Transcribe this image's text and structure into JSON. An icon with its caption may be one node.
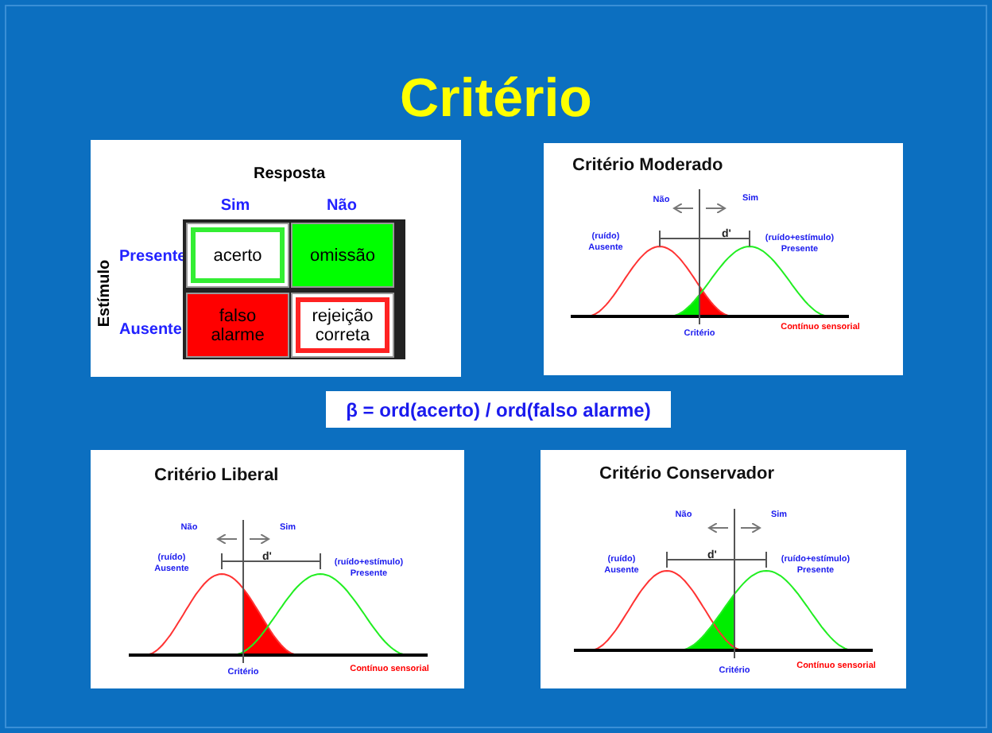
{
  "diagram": {
    "title": "Critério",
    "nodes": [
      {
        "text": [
          "acerto"
        ]
      },
      {
        "text": [
          "omissão"
        ]
      },
      {
        "text": [
          "falso alarme"
        ]
      },
      {
        "text": [
          "rejeição correta"
        ]
      },
      {
        "text": [
          "β = ord(acerto) / ord(falso alarme)"
        ]
      },
      {
        "text": [
          "Critério Moderado",
          "Não",
          "Sim",
          "d'",
          "(ruído) Ausente",
          "(ruído+estímulo) Presente",
          "Critério",
          "Contínuo sensorial"
        ]
      },
      {
        "text": [
          "Critério Liberal",
          "Não",
          "Sim",
          "d'",
          "(ruído) Ausente",
          "(ruído+estímulo) Presente",
          "Critério",
          "Contínuo sensorial"
        ]
      },
      {
        "text": [
          "Critério Conservador",
          "Não",
          "Sim",
          "d'",
          "(ruído) Ausente",
          "(ruído+estímulo) Presente",
          "Critério",
          "Contínuo sensorial"
        ]
      }
    ],
    "labels": [
      "Resposta",
      "Sim",
      "Não",
      "Estímulo",
      "Presente",
      "Ausente"
    ]
  }
}
